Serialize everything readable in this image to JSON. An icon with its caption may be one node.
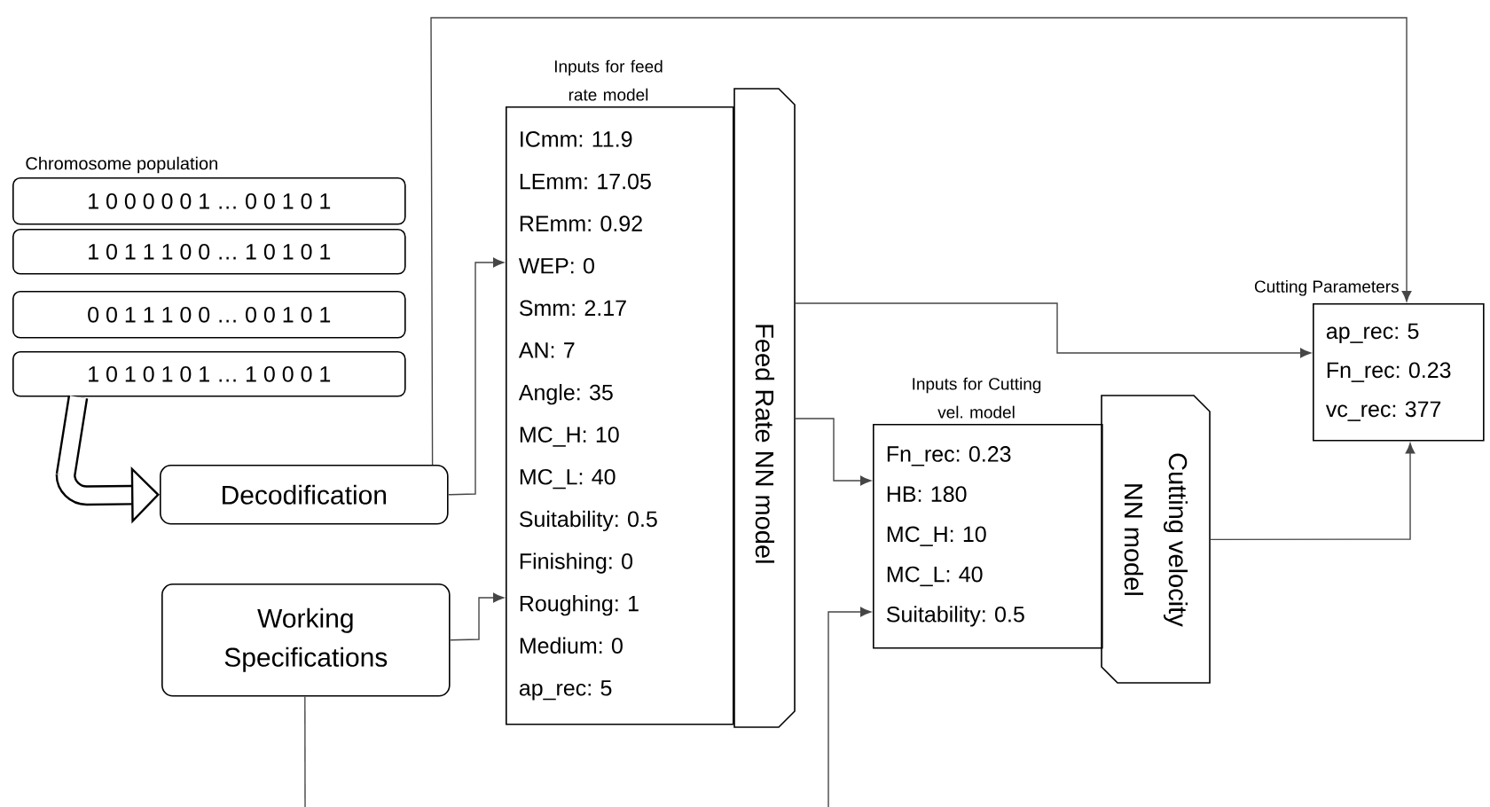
{
  "diagram": {
    "nodes": [
      {
        "text": [
          "1 0 0 0 0 0 1 … 0 0 1 0 1"
        ]
      },
      {
        "text": [
          "1 0 1 1 1 0 0 … 1 0 1 0 1"
        ]
      },
      {
        "text": [
          "0 0 1 1 1 0 0 … 0 0 1 0 1"
        ]
      },
      {
        "text": [
          "1 0 1 0 1 0 1 … 1 0 0 0 1"
        ]
      },
      {
        "text": [
          "Decodification"
        ]
      },
      {
        "text": [
          "Working Specifications"
        ]
      },
      {
        "text": [
          "Inputs for feed rate model",
          "ICmm: 11.9",
          "LEmm: 17.05",
          "REmm: 0.92",
          "WEP: 0",
          "Smm: 2.17",
          "AN: 7",
          "Angle: 35",
          "MC_H: 10",
          "MC_L: 40",
          "Suitability: 0.5",
          "Finishing: 0",
          "Roughing: 1",
          "Medium: 0",
          "ap_rec: 5"
        ]
      },
      {
        "text": [
          "Feed Rate NN model"
        ]
      },
      {
        "text": [
          "Inputs for Cutting vel. model",
          "Fn_rec: 0.23",
          "HB: 180",
          "MC_H: 10",
          "MC_L: 40",
          "Suitability: 0.5"
        ]
      },
      {
        "text": [
          "Cutting velocity NN model"
        ]
      },
      {
        "text": [
          "Cutting Parameters",
          "ap_rec: 5",
          "Fn_rec: 0.23",
          "vc_rec: 377"
        ]
      }
    ],
    "edges": [
      {
        "from": 3,
        "to": 4,
        "arrow": "to",
        "style": "thick"
      },
      {
        "from": 4,
        "to": 6,
        "arrow": "to"
      },
      {
        "from": 4,
        "to": 10,
        "arrow": "to"
      },
      {
        "from": 5,
        "to": 6,
        "arrow": "to"
      },
      {
        "from": 5,
        "to": null,
        "arrow": "none"
      },
      {
        "from": 7,
        "to": 10,
        "arrow": "to"
      },
      {
        "from": 7,
        "to": 8,
        "arrow": "to"
      },
      {
        "from": null,
        "to": 8,
        "arrow": "to"
      },
      {
        "from": 9,
        "to": 10,
        "arrow": "to"
      }
    ],
    "labels": [
      "Chromosome population"
    ]
  }
}
